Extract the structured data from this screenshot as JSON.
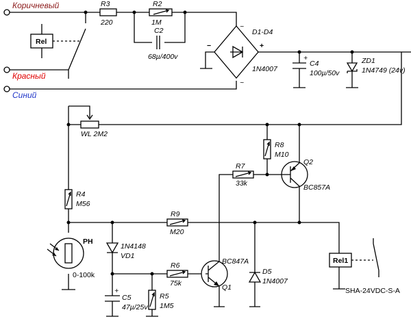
{
  "wires": {
    "brown": "Коричневый",
    "red": "Красный",
    "blue": "Синий"
  },
  "colors": {
    "brown": "#8b1a1a",
    "red": "#e00000",
    "blue": "#1f35c8",
    "ink": "#000000"
  },
  "components": {
    "rel_top": "Rel",
    "r3": {
      "ref": "R3",
      "value": "220"
    },
    "r2": {
      "ref": "R2",
      "value": "1M"
    },
    "c2": {
      "ref": "C2",
      "value": "68µ/400v"
    },
    "bridge": {
      "ref": "D1-D4",
      "value": "1N4007"
    },
    "c4": {
      "ref": "C4",
      "value": "100µ/50v"
    },
    "zd1": {
      "ref": "ZD1",
      "value": "1N4749 (24v)"
    },
    "wl": "WL 2M2",
    "r8": {
      "ref": "R8",
      "value": "M10"
    },
    "q2": {
      "ref": "Q2",
      "value": "BC857A"
    },
    "r7": {
      "ref": "R7",
      "value": "33k"
    },
    "r4": {
      "ref": "R4",
      "value": "M56"
    },
    "r9": {
      "ref": "R9",
      "value": "M20"
    },
    "ph": {
      "ref": "PH",
      "value": "0-100k"
    },
    "vd1": {
      "ref": "VD1",
      "value": "1N4148"
    },
    "r6": {
      "ref": "R6",
      "value": "75k"
    },
    "q1": {
      "ref": "Q1",
      "value": "BC847A"
    },
    "d5": {
      "ref": "D5",
      "value": "1N4007"
    },
    "rel1": {
      "ref": "Rel1",
      "value": "SHA-24VDC-S-A"
    },
    "c5": {
      "ref": "C5",
      "value": "47µ/25v"
    },
    "r5": {
      "ref": "R5",
      "value": "1M5"
    }
  },
  "symbols": {
    "plus": "+",
    "minus": "−",
    "ac": "~",
    "plus_c4": "+",
    "plus_c5": "+"
  }
}
